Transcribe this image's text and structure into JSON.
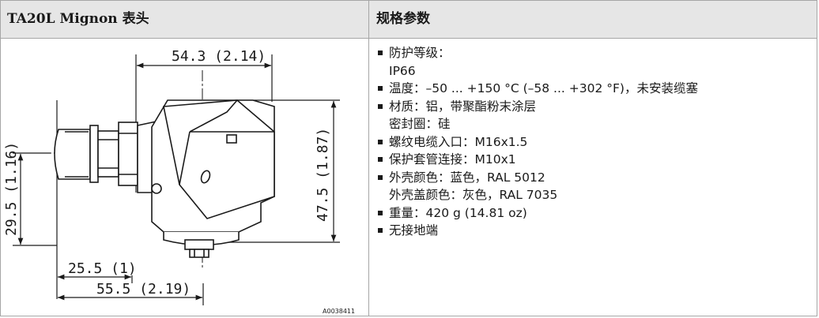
{
  "header": {
    "left_title": "TA20L Mignon 表头",
    "right_title": "规格参数"
  },
  "drawing": {
    "dim_top": "54.3 (2.14)",
    "dim_right": "47.5 (1.87)",
    "dim_left": "29.5 (1.16)",
    "dim_bottom_inner": "25.5 (1)",
    "dim_bottom_outer": "55.5 (2.19)",
    "figure_code": "A0038411"
  },
  "specs": [
    {
      "label": "防护等级：",
      "sub": "IP66"
    },
    {
      "label": "温度：–50 ... +150 °C (–58 ... +302 °F)，未安装缆塞",
      "sub": ""
    },
    {
      "label": "材质：铝，带聚酯粉末涂层",
      "sub": "密封圈：硅"
    },
    {
      "label": "螺纹电缆入口：M16x1.5",
      "sub": ""
    },
    {
      "label": "保护套管连接：M10x1",
      "sub": ""
    },
    {
      "label": "外壳颜色：蓝色，RAL 5012",
      "sub": "外壳盖颜色：灰色，RAL 7035"
    },
    {
      "label": "重量：420 g (14.81 oz)",
      "sub": ""
    },
    {
      "label": "无接地端",
      "sub": ""
    }
  ]
}
